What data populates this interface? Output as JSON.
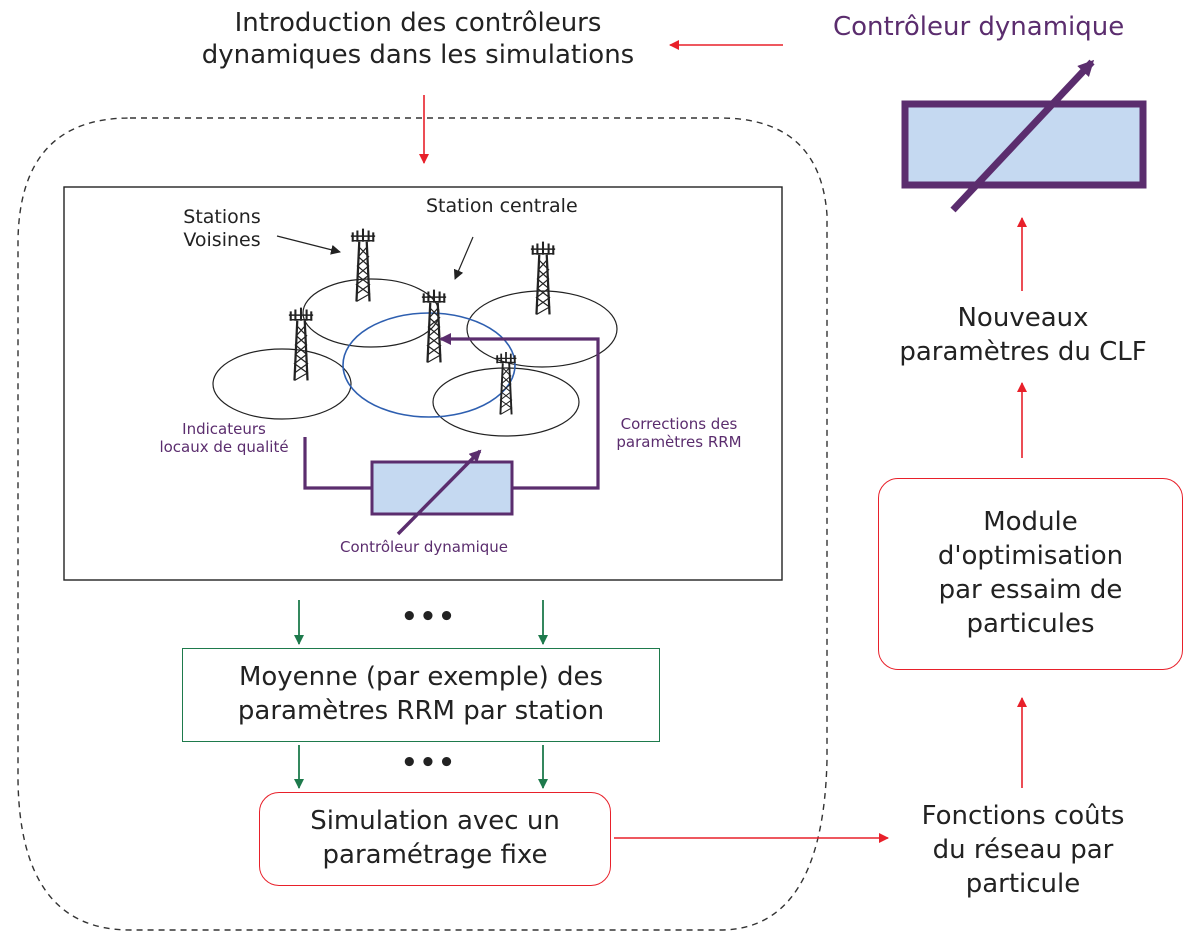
{
  "title": {
    "line1": "Introduction des contrôleurs",
    "line2": "dynamiques dans les simulations"
  },
  "controller_top": {
    "label": "Contrôleur dynamique"
  },
  "inset": {
    "stations_voisines_line1": "Stations",
    "stations_voisines_line2": "Voisines",
    "station_centrale": "Station centrale",
    "indicateurs_line1": "Indicateurs",
    "indicateurs_line2": "locaux de qualité",
    "corrections_line1": "Corrections des",
    "corrections_line2": "paramètres RRM",
    "controller_label": "Contrôleur dynamique"
  },
  "ellipsis_top": "•••",
  "ellipsis_bottom": "•••",
  "average_box": {
    "line1": "Moyenne (par exemple) des",
    "line2": "paramètres RRM par station"
  },
  "simulation_box": {
    "line1": "Simulation avec un",
    "line2": "paramétrage fixe"
  },
  "nouveaux": {
    "line1": "Nouveaux",
    "line2": "paramètres du CLF"
  },
  "module_box": {
    "line1": "Module",
    "line2": "d'optimisation",
    "line3": "par essaim de",
    "line4": "particules"
  },
  "fonctions": {
    "line1": "Fonctions coûts",
    "line2": "du réseau par",
    "line3": "particule"
  },
  "colors": {
    "red": "#e8202a",
    "green": "#1e7a4c",
    "purple": "#5b2d6e",
    "controller_fill": "#c5d9f1",
    "blue_cell": "#2e5fb0"
  }
}
